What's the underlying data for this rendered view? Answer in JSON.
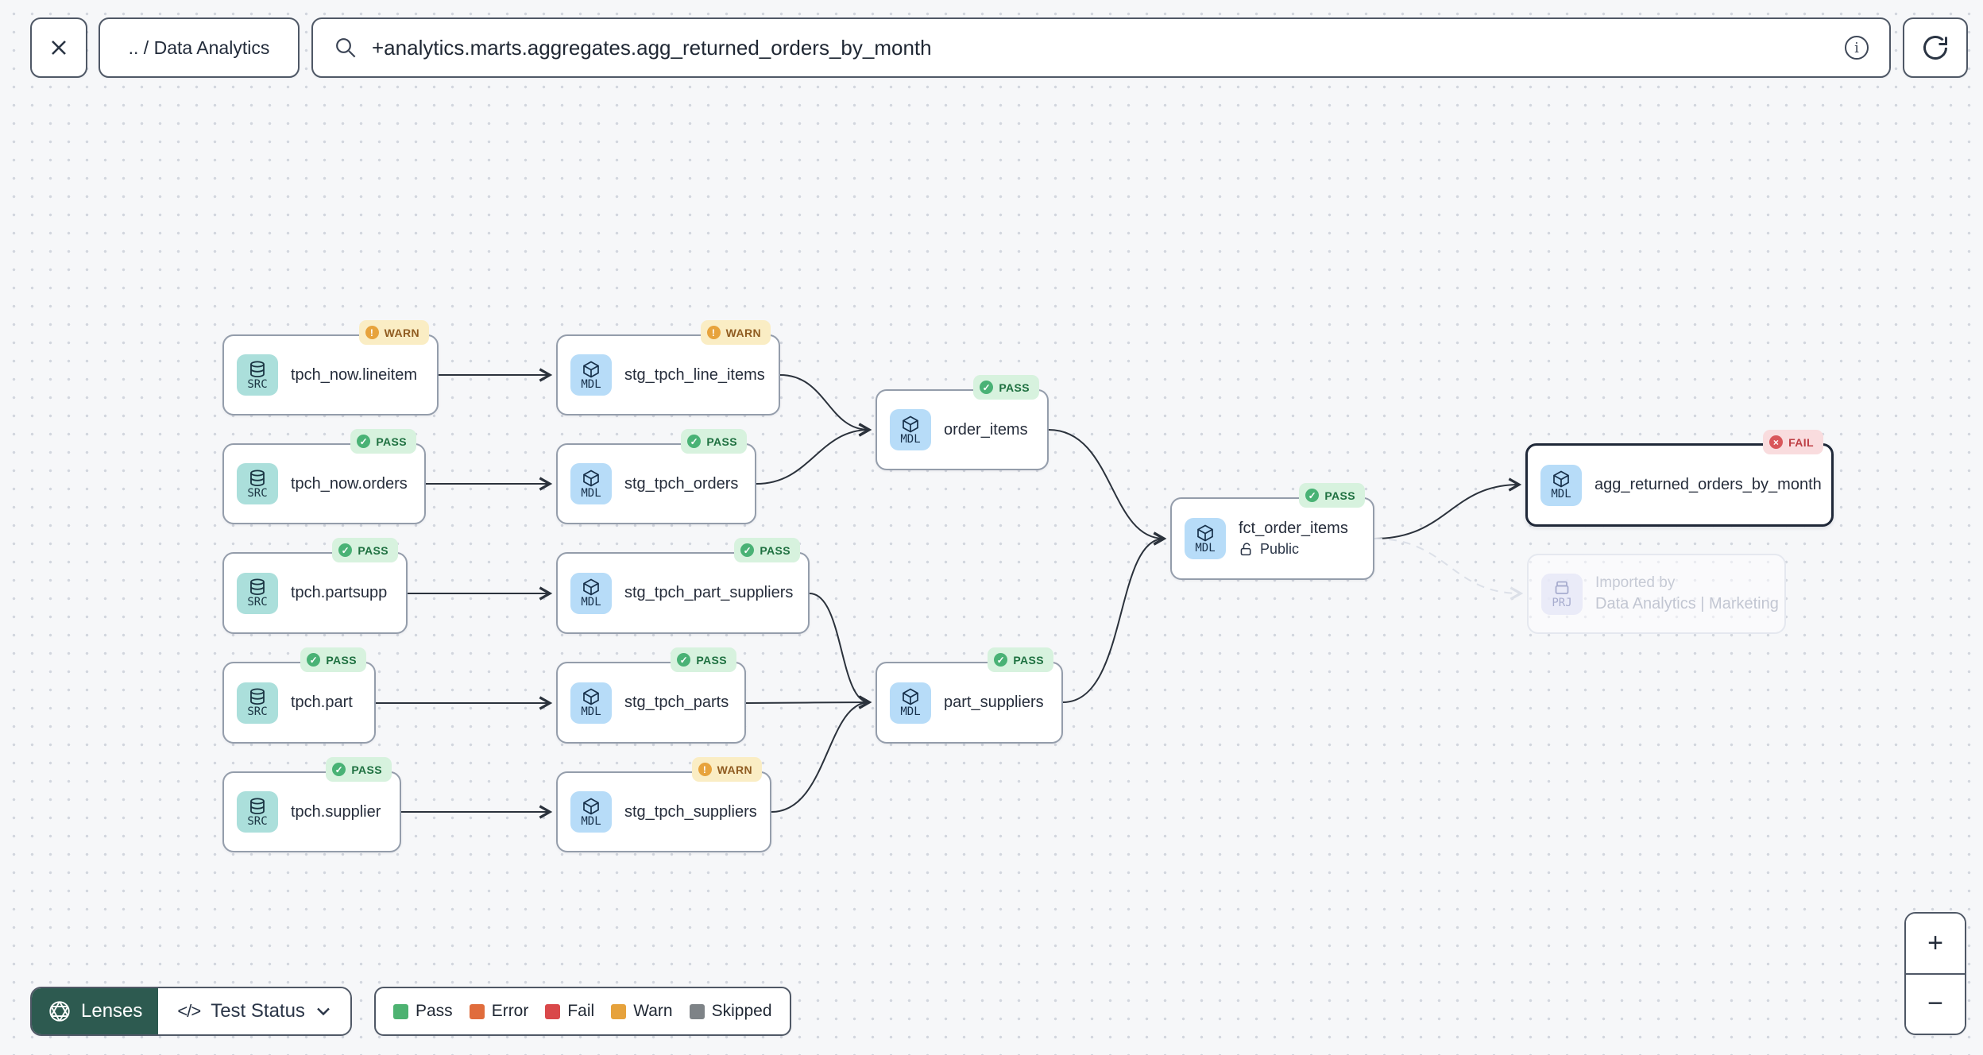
{
  "toolbar": {
    "breadcrumb": ".. / Data Analytics",
    "search": {
      "value": "+analytics.marts.aggregates.agg_returned_orders_by_month"
    }
  },
  "icons": {
    "warn": "!",
    "pass": "✓",
    "fail": "×"
  },
  "graph": {
    "selected_node": "agg_returned_orders_by_month",
    "nodes": [
      {
        "id": "tpch_now.lineitem",
        "kind": "SRC",
        "label": "tpch_now.lineitem",
        "status": "WARN"
      },
      {
        "id": "stg_tpch_line_items",
        "kind": "MDL",
        "label": "stg_tpch_line_items",
        "status": "WARN"
      },
      {
        "id": "tpch_now.orders",
        "kind": "SRC",
        "label": "tpch_now.orders",
        "status": "PASS"
      },
      {
        "id": "stg_tpch_orders",
        "kind": "MDL",
        "label": "stg_tpch_orders",
        "status": "PASS"
      },
      {
        "id": "tpch.partsupp",
        "kind": "SRC",
        "label": "tpch.partsupp",
        "status": "PASS"
      },
      {
        "id": "stg_tpch_part_suppliers",
        "kind": "MDL",
        "label": "stg_tpch_part_suppliers",
        "status": "PASS"
      },
      {
        "id": "tpch.part",
        "kind": "SRC",
        "label": "tpch.part",
        "status": "PASS"
      },
      {
        "id": "stg_tpch_parts",
        "kind": "MDL",
        "label": "stg_tpch_parts",
        "status": "PASS"
      },
      {
        "id": "tpch.supplier",
        "kind": "SRC",
        "label": "tpch.supplier",
        "status": "PASS"
      },
      {
        "id": "stg_tpch_suppliers",
        "kind": "MDL",
        "label": "stg_tpch_suppliers",
        "status": "WARN"
      },
      {
        "id": "order_items",
        "kind": "MDL",
        "label": "order_items",
        "status": "PASS"
      },
      {
        "id": "part_suppliers",
        "kind": "MDL",
        "label": "part_suppliers",
        "status": "PASS"
      },
      {
        "id": "fct_order_items",
        "kind": "MDL",
        "label": "fct_order_items",
        "status": "PASS",
        "access": "Public"
      },
      {
        "id": "agg_returned_orders_by_month",
        "kind": "MDL",
        "label": "agg_returned_orders_by_month",
        "status": "FAIL",
        "selected": true
      },
      {
        "id": "imported_by_project",
        "kind": "PRJ",
        "label": "Imported by",
        "sublabel": "Data Analytics | Marketing",
        "ghost": true
      }
    ],
    "edges": [
      {
        "from": "tpch_now.lineitem",
        "to": "stg_tpch_line_items",
        "style": "solid"
      },
      {
        "from": "tpch_now.orders",
        "to": "stg_tpch_orders",
        "style": "solid"
      },
      {
        "from": "tpch.partsupp",
        "to": "stg_tpch_part_suppliers",
        "style": "solid"
      },
      {
        "from": "tpch.part",
        "to": "stg_tpch_parts",
        "style": "solid"
      },
      {
        "from": "tpch.supplier",
        "to": "stg_tpch_suppliers",
        "style": "solid"
      },
      {
        "from": "stg_tpch_line_items",
        "to": "order_items",
        "style": "solid"
      },
      {
        "from": "stg_tpch_orders",
        "to": "order_items",
        "style": "solid"
      },
      {
        "from": "stg_tpch_part_suppliers",
        "to": "part_suppliers",
        "style": "solid"
      },
      {
        "from": "stg_tpch_parts",
        "to": "part_suppliers",
        "style": "solid"
      },
      {
        "from": "stg_tpch_suppliers",
        "to": "part_suppliers",
        "style": "solid"
      },
      {
        "from": "order_items",
        "to": "fct_order_items",
        "style": "solid"
      },
      {
        "from": "part_suppliers",
        "to": "fct_order_items",
        "style": "solid"
      },
      {
        "from": "fct_order_items",
        "to": "agg_returned_orders_by_month",
        "style": "solid"
      },
      {
        "from": "fct_order_items",
        "to": "imported_by_project",
        "style": "dashed"
      }
    ]
  },
  "footer": {
    "lenses_label": "Lenses",
    "lens_selected": "Test Status",
    "code_icon": "</>",
    "legend": [
      {
        "label": "Pass",
        "color": "#4DB271"
      },
      {
        "label": "Error",
        "color": "#E06C3C"
      },
      {
        "label": "Fail",
        "color": "#D9484A"
      },
      {
        "label": "Warn",
        "color": "#E6A23C"
      },
      {
        "label": "Skipped",
        "color": "#7E8387"
      }
    ]
  },
  "zoom_controls": {
    "zoom_in": "+",
    "zoom_out": "−"
  }
}
